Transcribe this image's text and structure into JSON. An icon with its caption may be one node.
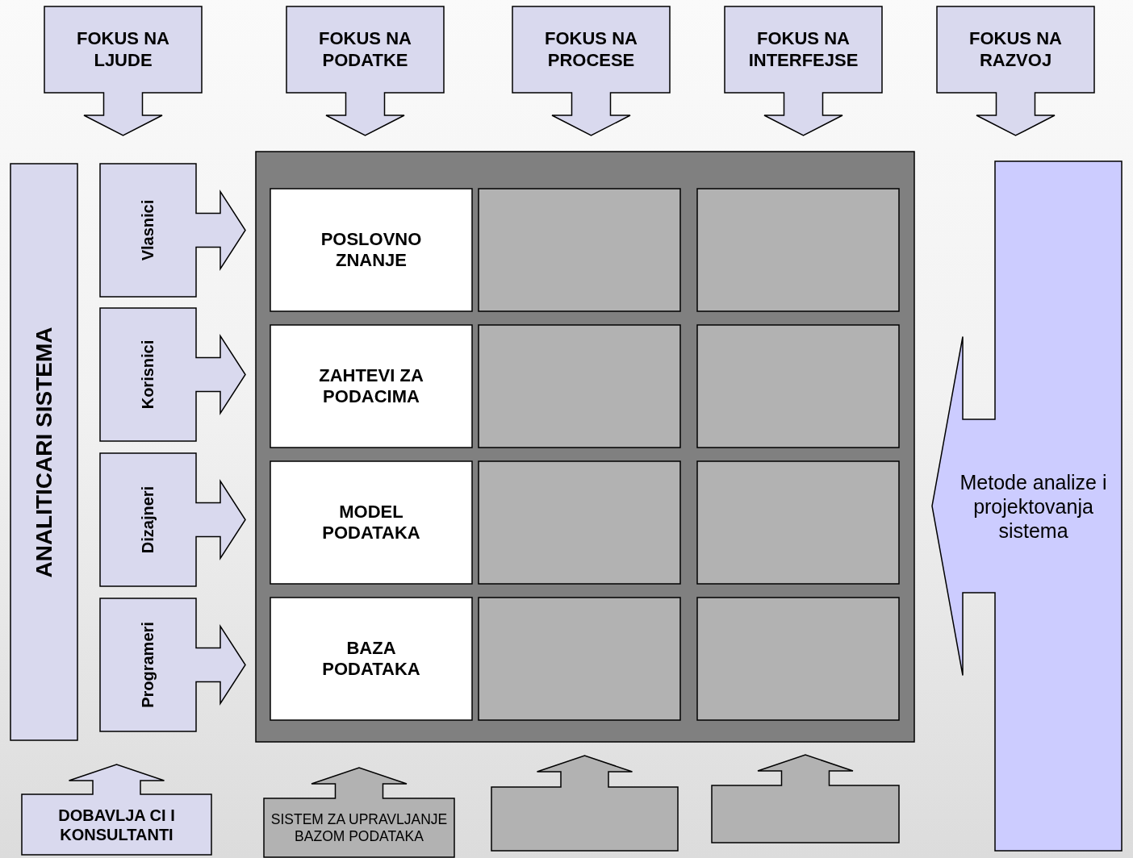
{
  "diagram": {
    "nodes": [
      {
        "text": [
          "FOKUS NA LJUDE"
        ]
      },
      {
        "text": [
          "FOKUS NA PODATKE"
        ]
      },
      {
        "text": [
          "FOKUS NA PROCESE"
        ]
      },
      {
        "text": [
          "FOKUS NA INTERFEJSE"
        ]
      },
      {
        "text": [
          "FOKUS NA RAZVOJ"
        ]
      },
      {
        "text": [
          "ANALITICARI SISTEMA"
        ]
      },
      {
        "text": [
          "Vlasnici"
        ]
      },
      {
        "text": [
          "Korisnici"
        ]
      },
      {
        "text": [
          "Dizajneri"
        ]
      },
      {
        "text": [
          "Programeri"
        ]
      },
      {
        "text": [],
        "shape": "box"
      },
      {
        "text": [
          "POSLOVNO ZNANJE"
        ],
        "in": 10
      },
      {
        "text": [],
        "shape": "box",
        "in": 10
      },
      {
        "text": [],
        "shape": "box",
        "in": 10
      },
      {
        "text": [
          "ZAHTEVI ZA PODACIMA"
        ],
        "in": 10
      },
      {
        "text": [],
        "shape": "box",
        "in": 10
      },
      {
        "text": [],
        "shape": "box",
        "in": 10
      },
      {
        "text": [
          "MODEL PODATAKA"
        ],
        "in": 10
      },
      {
        "text": [],
        "shape": "box",
        "in": 10
      },
      {
        "text": [],
        "shape": "box",
        "in": 10
      },
      {
        "text": [
          "BAZA PODATAKA"
        ],
        "in": 10
      },
      {
        "text": [],
        "shape": "box",
        "in": 10
      },
      {
        "text": [],
        "shape": "box",
        "in": 10
      },
      {
        "text": [
          "Metode analize i projektovanja sistema"
        ]
      },
      {
        "text": [
          "DOBAVLJA CI I KONSULTANTI"
        ]
      },
      {
        "text": [
          "SISTEM ZA UPRAVLJANJE BAZOM PODATAKA"
        ]
      },
      {
        "text": [],
        "shape": "box"
      },
      {
        "text": [],
        "shape": "box"
      }
    ]
  }
}
